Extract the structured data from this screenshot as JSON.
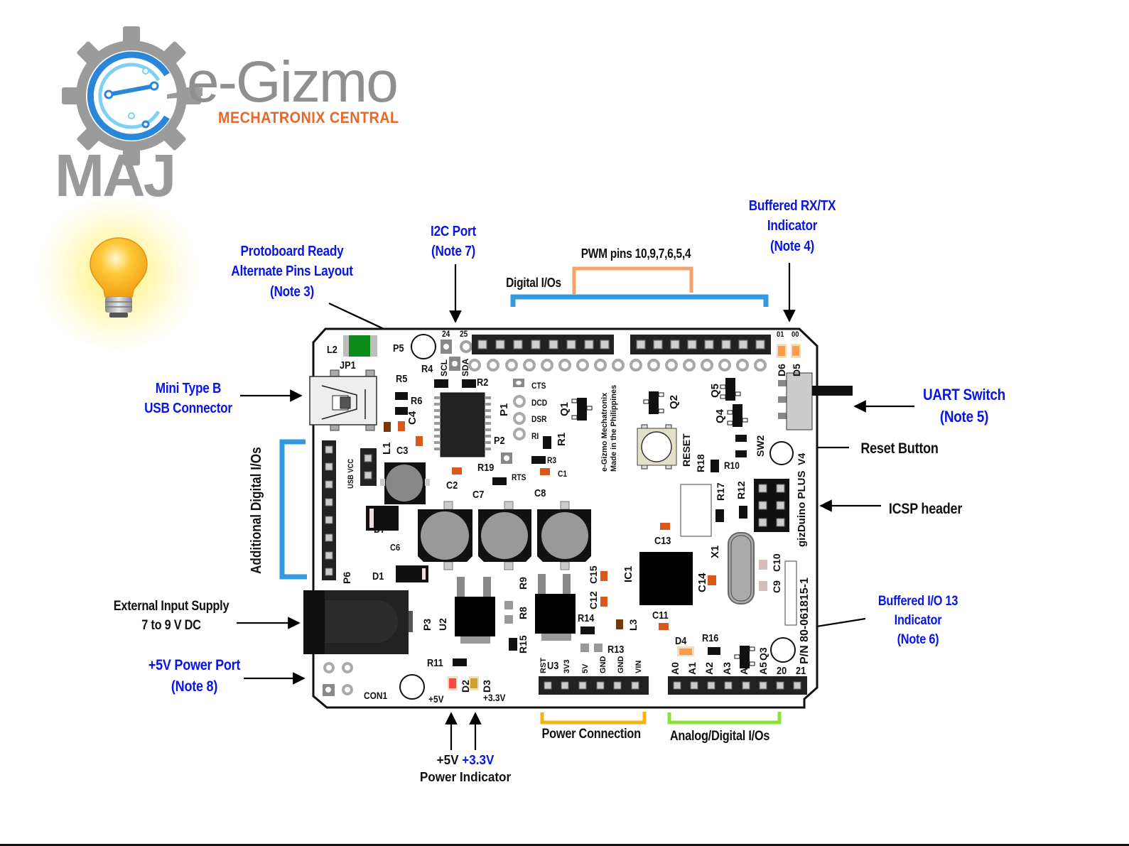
{
  "logo": {
    "brand": "e-Gizmo",
    "tagline": "MECHATRONIX CENTRAL",
    "sub_brand": "MAJ",
    "icon": "lightbulb-icon",
    "gear_icon": "gear-icon"
  },
  "colors": {
    "annotation_blue": "#0a14e6",
    "digital_bracket": "#3399e0",
    "pwm_bracket": "#f7a26a",
    "power_bracket": "#f5b216",
    "analog_bracket": "#8ee03a",
    "brand_orange": "#e8672a",
    "brand_gray": "#8f8f8f"
  },
  "annotations": {
    "protoboard": [
      "Protoboard Ready",
      "Alternate Pins Layout",
      "(Note 3)"
    ],
    "i2c": [
      "I2C Port",
      "(Note 7)"
    ],
    "pwm": "PWM pins 10,9,7,6,5,4",
    "digital_ios": "Digital I/Os",
    "rxtx": [
      "Buffered RX/TX",
      "Indicator",
      "(Note 4)"
    ],
    "usb": [
      "Mini Type B",
      "USB Connector"
    ],
    "uart": [
      "UART Switch",
      "(Note 5)"
    ],
    "reset": "Reset Button",
    "icsp": "ICSP header",
    "additional_ios": "Additional Digital I/Os",
    "ext_supply": [
      "External Input Supply",
      "7 to 9 V DC"
    ],
    "power_port": [
      "+5V Power Port",
      "(Note 8)"
    ],
    "io13": [
      "Buffered I/O 13",
      "Indicator",
      "(Note 6)"
    ],
    "power_conn": "Power Connection",
    "analog_ios": "Analog/Digital I/Os",
    "power_ind_5v": "+5V",
    "power_ind_33v": "+3.3V",
    "power_ind": "Power Indicator"
  },
  "board": {
    "name": "gizDuino PLUS",
    "part_number": "P/N 80-061815-1",
    "maker_line1": "e-Gizmo Mechatronix",
    "maker_line2": "Made in the Philippines",
    "pin_24": "24",
    "pin_25": "25",
    "scl": "SCL",
    "sda": "SDA",
    "led_01": "01",
    "led_00": "00",
    "serial_pins": [
      "CTS",
      "DCD",
      "DSR",
      "RI",
      "RTS"
    ],
    "power_pins": [
      "RST",
      "3V3",
      "5V",
      "GND",
      "GND",
      "VIN"
    ],
    "analog_pins": [
      "A0",
      "A1",
      "A2",
      "A3",
      "A4",
      "A5",
      "20",
      "21"
    ],
    "v5_label": "+5V",
    "v33_label": "+3.3V",
    "reset_label": "RESET",
    "usb_vcc": "USB VCC",
    "refs": {
      "L2": "L2",
      "JP1": "JP1",
      "P5": "P5",
      "R4": "R4",
      "R2": "R2",
      "R5": "R5",
      "R6": "R6",
      "C4": "C4",
      "L1": "L1",
      "C3": "C3",
      "P1": "P1",
      "P2": "P2",
      "R1": "R1",
      "R3": "R3",
      "C1": "C1",
      "R19": "R19",
      "C2": "C2",
      "Q1": "Q1",
      "Q2": "Q2",
      "Q4": "Q4",
      "Q5": "Q5",
      "D6": "D6",
      "D5": "D5",
      "SW2": "SW2",
      "V4": "V4",
      "R18": "R18",
      "R10": "R10",
      "R17": "R17",
      "R12": "R12",
      "C7": "C7",
      "C8": "C8",
      "C6": "C6",
      "D7": "D7",
      "D1": "D1",
      "P6": "P6",
      "C13": "C13",
      "X1": "X1",
      "C10": "C10",
      "C9": "C9",
      "IC1": "IC1",
      "C14": "C14",
      "C15": "C15",
      "C12": "C12",
      "C11": "C11",
      "R14": "R14",
      "L3": "L3",
      "R13": "R13",
      "R9": "R9",
      "R8": "R8",
      "R15": "R15",
      "U2": "U2",
      "P3": "P3",
      "R11": "R11",
      "D2": "D2",
      "D3": "D3",
      "CON1": "CON1",
      "U3": "U3",
      "D4": "D4",
      "R16": "R16",
      "Q3": "Q3"
    }
  }
}
